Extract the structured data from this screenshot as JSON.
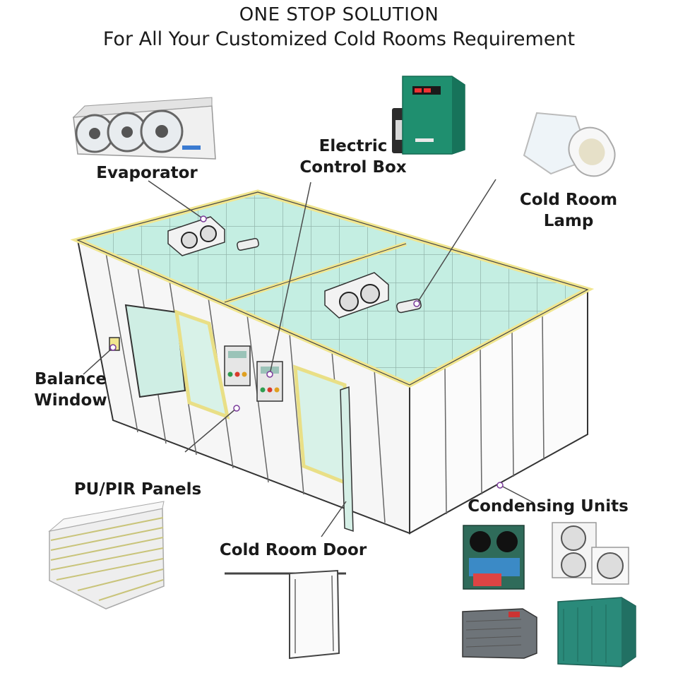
{
  "title": {
    "line1": "ONE STOP SOLUTION",
    "line2": "For All Your Customized Cold Rooms  Requirement"
  },
  "labels": {
    "evaporator": "Evaporator",
    "electric_control_box": [
      "Electric",
      "Control Box"
    ],
    "cold_room_lamp": [
      "Cold Room",
      "Lamp"
    ],
    "balance_window": [
      "Balance",
      "Window"
    ],
    "pu_pir_panels": "PU/PIR Panels",
    "cold_room_door": "Cold Room Door",
    "condensing_units": "Condensing Units"
  },
  "colors": {
    "glass": "#bfece0",
    "frame": "#f3ec9c",
    "outline": "#333333",
    "control_box": "#1f8f6f",
    "condenser_green": "#2a8a7a",
    "condenser_grey": "#6e7479"
  }
}
